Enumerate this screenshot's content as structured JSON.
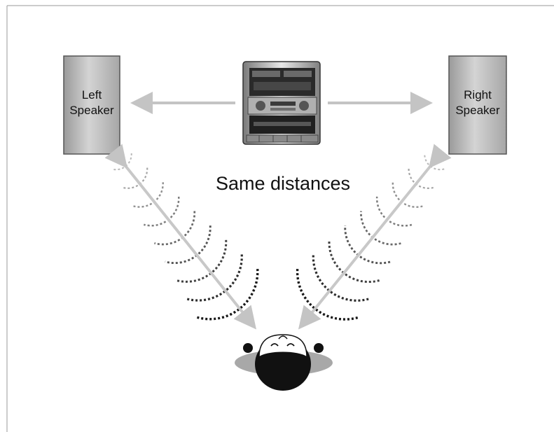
{
  "diagram": {
    "left_speaker": {
      "line1": "Left",
      "line2": "Speaker"
    },
    "right_speaker": {
      "line1": "Right",
      "line2": "Speaker"
    },
    "caption": "Same distances"
  }
}
